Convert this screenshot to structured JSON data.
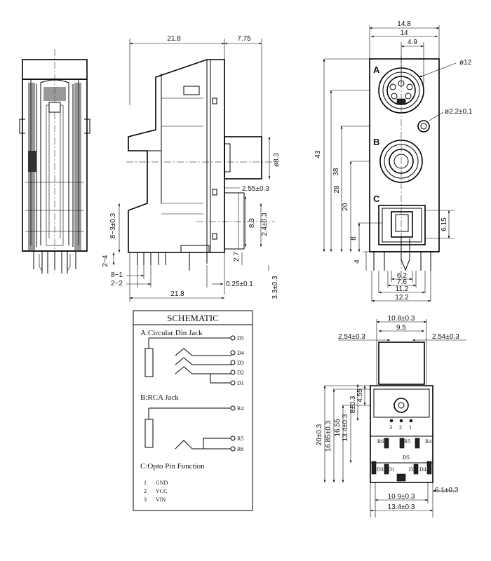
{
  "side_view": {
    "top_width": "21.8",
    "top_right": "7.75",
    "phi_8_3": "ø8.3",
    "d_2_55": "2.55±0.3",
    "d_8_3": "8.3",
    "d_2_4": "2.4±0.3",
    "d_8_minus_3": "8−3±0.3",
    "d_2_7": "2.7",
    "d_2_minus_4": "2−4",
    "d_8_minus_1": "8−1",
    "d_2_minus_2": "2−2",
    "d_0_25": "0.25±0.1",
    "bottom_width": "21.8",
    "d_3_3": "3.3±0.3"
  },
  "front_view": {
    "w_14_8": "14.8",
    "w_14": "14",
    "w_4_9": "4.9",
    "phi_12": "ø12",
    "phi_2_2": "ø2.2±0.1",
    "label_a": "A",
    "label_b": "B",
    "label_c": "C",
    "h_43": "43",
    "h_38": "38",
    "h_28": "28",
    "h_20": "20",
    "h_8": "8",
    "h_4": "4",
    "h_6_15": "6.15",
    "w_6_2": "6.2",
    "w_7_6": "7.6",
    "w_11_2": "11.2",
    "w_12_2": "12.2"
  },
  "schematic": {
    "title": "SCHEMATIC",
    "a_title": "A:Circular  Din Jack",
    "a_pins": [
      "D5",
      "D4",
      "D3",
      "D2",
      "D1"
    ],
    "b_title": "B:RCA  Jack",
    "b_pins": [
      "R4",
      "R5",
      "R6"
    ],
    "c_title": "C:Opto Pin Function",
    "c_pins": [
      {
        "num": "1",
        "name": "GND"
      },
      {
        "num": "2",
        "name": "VCC"
      },
      {
        "num": "3",
        "name": "VIN"
      }
    ]
  },
  "bottom_view": {
    "w_10_8": "10.8±0.3",
    "w_9_5": "9.5",
    "d_2_54_left": "2.54±0.3",
    "d_2_54_right": "2.54±0.3",
    "h_4_55": "4.55",
    "h_8": "8±0.3",
    "h_13_4": "13.4±0.3",
    "h_16_55": "16.55",
    "h_16_85": "16.85±0.3",
    "h_20": "20±0.3",
    "pin_3": "3",
    "pin_2": "2",
    "pin_1": "1",
    "r6": "R6",
    "r5": "R5",
    "r4": "R4",
    "d5": "D5",
    "d3": "D3",
    "d1": "D1",
    "d2": "D2",
    "d4": "D4",
    "w_10_9": "10.9±0.3",
    "d_6_1": "6.1±0.3",
    "w_13_4": "13.4±0.3"
  }
}
